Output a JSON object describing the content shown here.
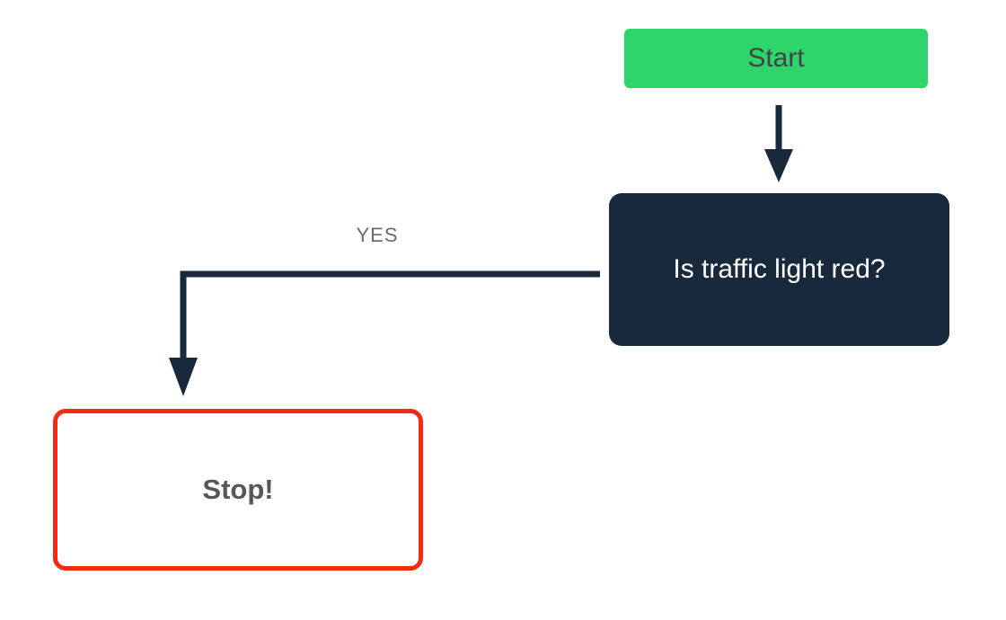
{
  "diagram": {
    "nodes": {
      "start": {
        "label": "Start"
      },
      "decision": {
        "label": "Is traffic light red?"
      },
      "stop": {
        "label": "Stop!"
      }
    },
    "edges": {
      "start_to_decision": {
        "label": ""
      },
      "decision_to_stop": {
        "label": "YES"
      }
    },
    "colors": {
      "background": "#ffffff",
      "line": "#17293b",
      "start_bg": "#2ed56b",
      "start_text": "#3e4648",
      "decision_bg": "#17293b",
      "decision_text": "#ffffff",
      "stop_border": "#f42b13",
      "stop_text": "#555759",
      "edge_label": "#6a6a6a"
    }
  }
}
